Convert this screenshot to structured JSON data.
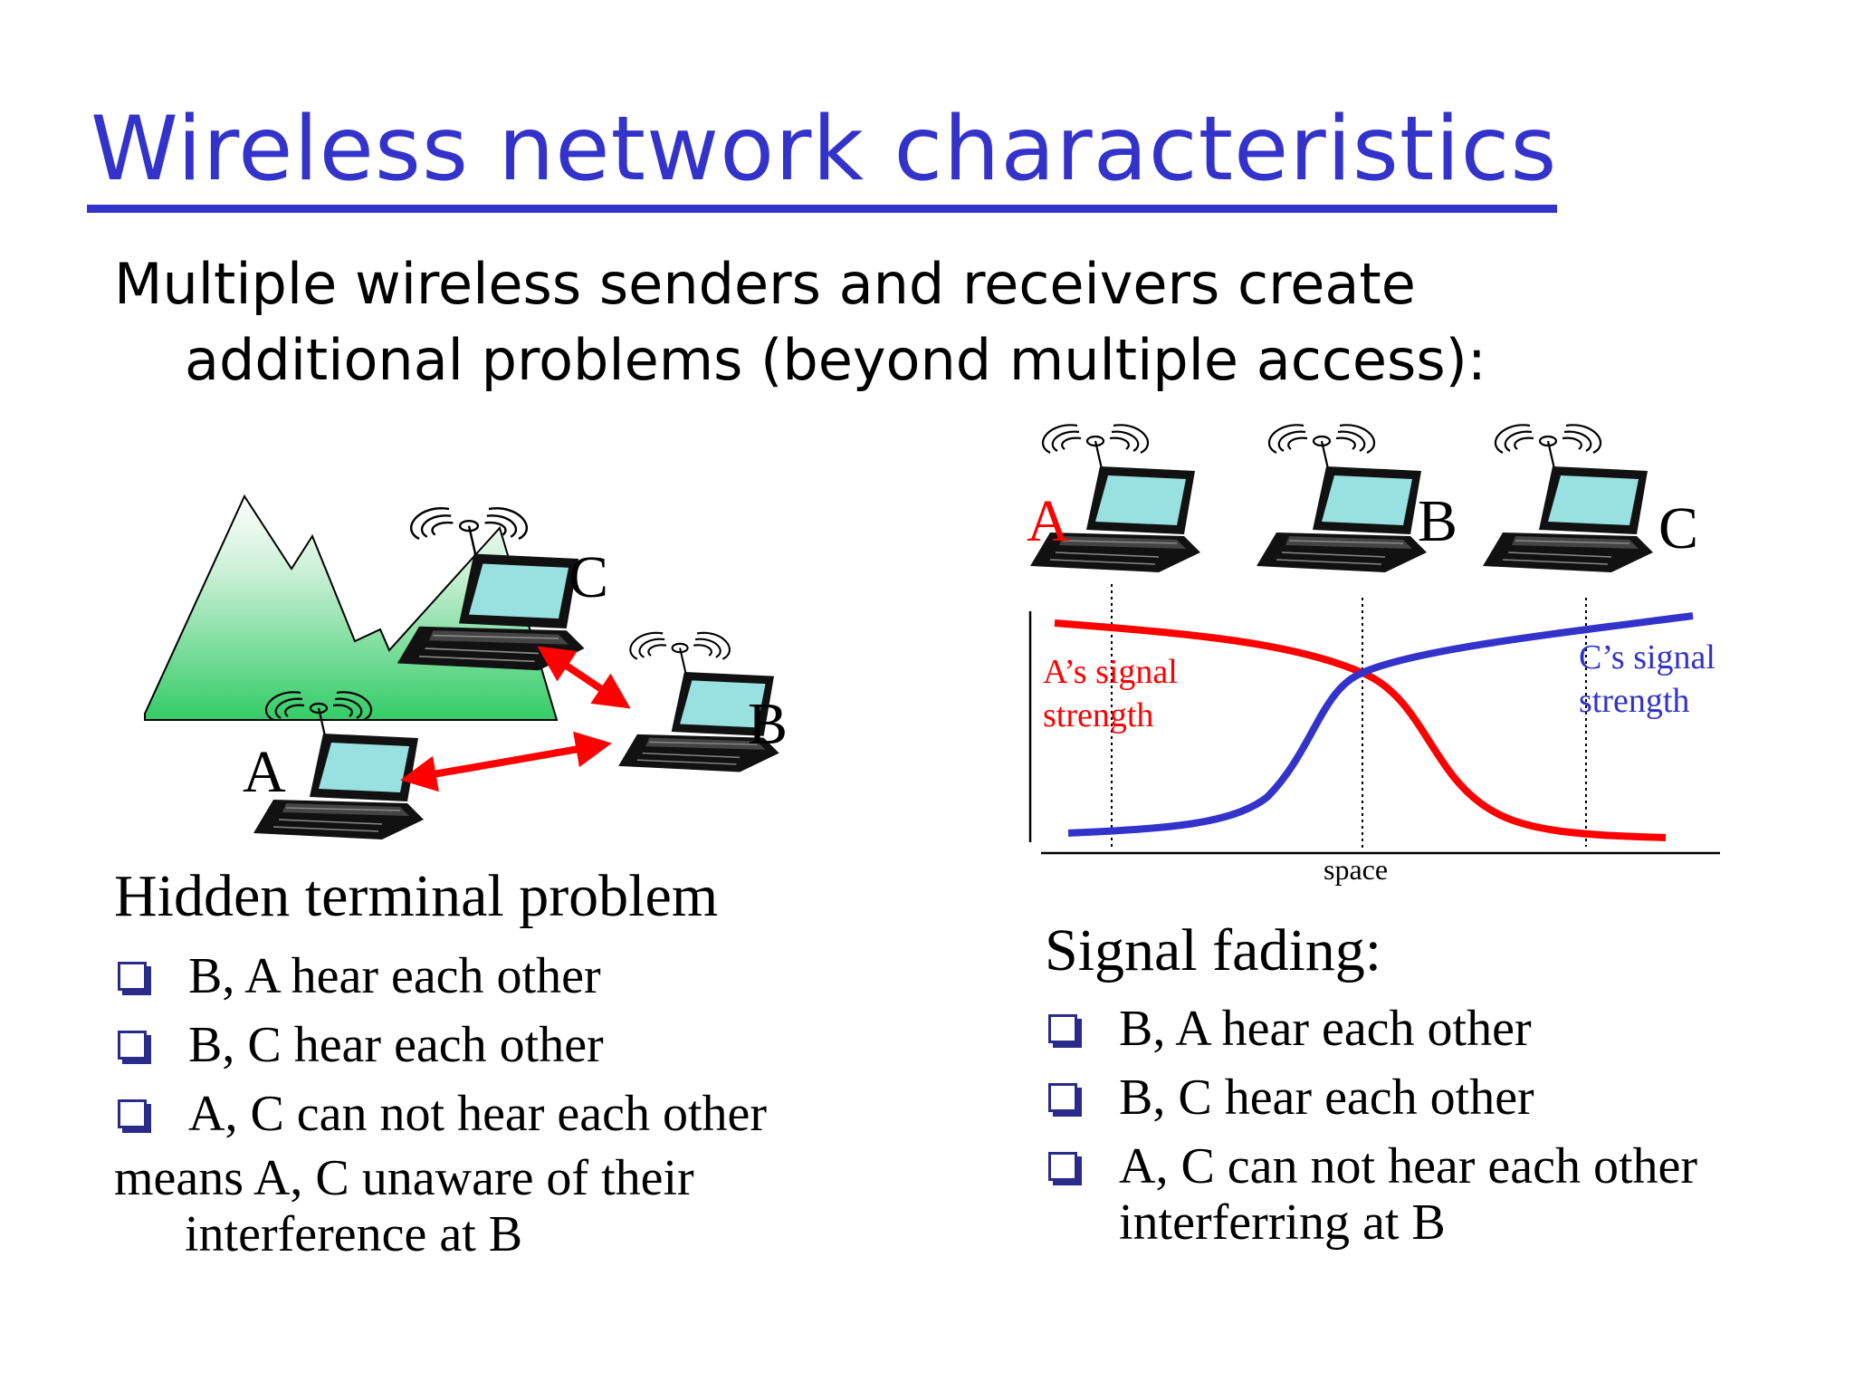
{
  "slide": {
    "title": "Wireless network characteristics",
    "intro": {
      "line1": "Multiple wireless senders and receivers create",
      "line2": "additional problems (beyond multiple access):"
    }
  },
  "hidden_terminal": {
    "heading": "Hidden terminal problem",
    "bullets": [
      "B, A hear each other",
      "B, C hear each other",
      "A, C can not hear each other"
    ],
    "note_line1": "means A, C unaware of their",
    "note_line2": "interference at B",
    "labels": {
      "a": "A",
      "b": "B",
      "c": "C"
    }
  },
  "signal_fading": {
    "heading": "Signal fading:",
    "bullets": [
      "B, A hear each other",
      "B, C hear each other",
      "A, C can not hear each other"
    ],
    "bullet3_line2": "interferring at B",
    "labels": {
      "a": "A",
      "b": "B",
      "c": "C"
    },
    "a_signal_line1": "A’s signal",
    "a_signal_line2": "strength",
    "c_signal_line1": "C’s signal",
    "c_signal_line2": "strength",
    "xlabel": "space"
  },
  "colors": {
    "title": "#3333cc",
    "arrow_red": "#ff0000",
    "a_signal": "#ff0000",
    "c_signal": "#3333cc",
    "mountain_top": "#ffffff",
    "mountain_bottom": "#33cc66",
    "laptop_screen": "#99e0e0"
  }
}
